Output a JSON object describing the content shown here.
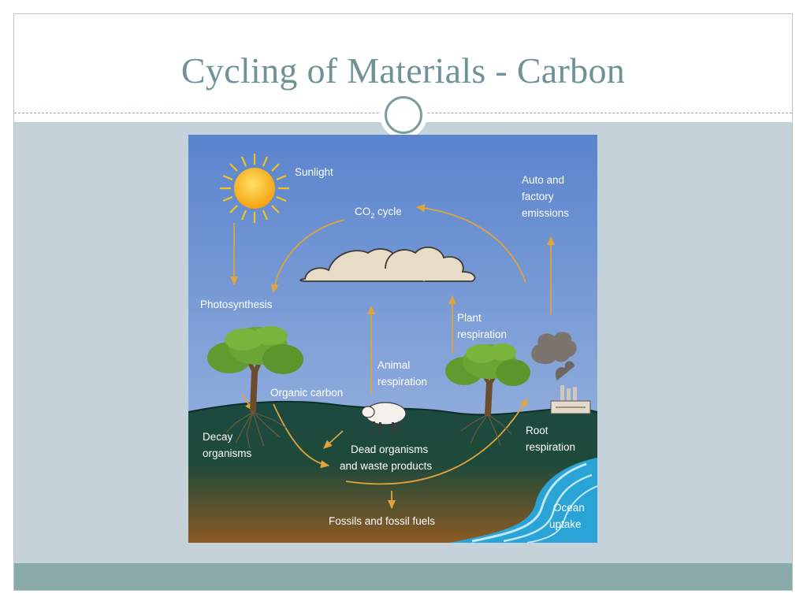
{
  "slide": {
    "title": "Cycling of Materials - Carbon"
  },
  "diagram": {
    "labels": {
      "sunlight": "Sunlight",
      "co2_cycle_prefix": "CO",
      "co2_cycle_sub": "2",
      "co2_cycle_suffix": " cycle",
      "auto_line1": "Auto and",
      "auto_line2": "factory",
      "auto_line3": "emissions",
      "photosynthesis": "Photosynthesis",
      "plant_resp_line1": "Plant",
      "plant_resp_line2": "respiration",
      "animal_resp_line1": "Animal",
      "animal_resp_line2": "respiration",
      "organic_carbon": "Organic carbon",
      "decay_line1": "Decay",
      "decay_line2": "organisms",
      "dead_line1": "Dead organisms",
      "dead_line2": "and waste products",
      "root_resp_line1": "Root",
      "root_resp_line2": "respiration",
      "fossils": "Fossils and fossil fuels",
      "ocean_line1": "Ocean",
      "ocean_line2": "uptake"
    },
    "colors": {
      "sky_top": "#5b86cf",
      "sky_bottom": "#9fb7df",
      "ground_top": "#1d4a3e",
      "ground_bottom": "#8a5a25",
      "arrow": "#e0a43a",
      "ocean": "#2aa3d6"
    }
  }
}
